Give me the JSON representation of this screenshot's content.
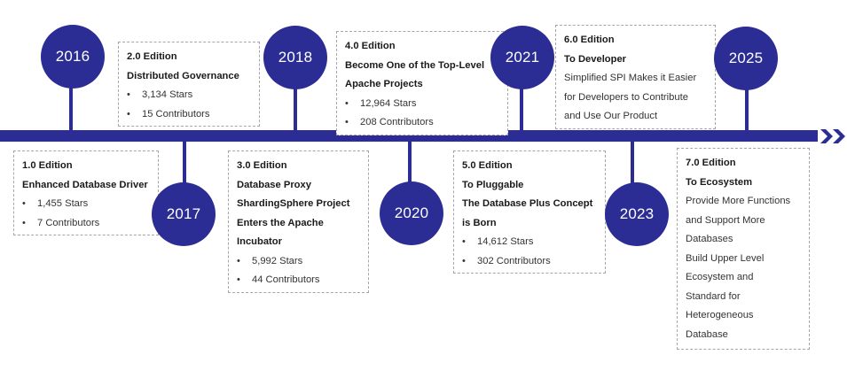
{
  "colors": {
    "accent": "#2b2c94",
    "box_border": "#a6a6a6",
    "text": "#1a1a1a"
  },
  "icons": {
    "timeline_end": "double-chevron-right-icon"
  },
  "milestones": [
    {
      "year": "2016",
      "edition": "1.0  Edition",
      "lines": [
        "Enhanced Database Driver"
      ],
      "bullets": [
        "1,455 Stars",
        "7 Contributors"
      ]
    },
    {
      "year": "2017",
      "edition": "2.0 Edition",
      "lines": [
        "Distributed Governance"
      ],
      "bullets": [
        "3,134 Stars",
        "15 Contributors"
      ]
    },
    {
      "year": "2018",
      "edition": "3.0 Edition",
      "lines": [
        "Database Proxy",
        "ShardingSphere Project",
        "Enters the Apache",
        "Incubator"
      ],
      "bullets": [
        "5,992 Stars",
        "44 Contributors"
      ]
    },
    {
      "year": "2020",
      "edition": "4.0 Edition",
      "lines": [
        "Become One of the Top-Level",
        "Apache Projects"
      ],
      "bullets": [
        "12,964 Stars",
        "208 Contributors"
      ]
    },
    {
      "year": "2021",
      "edition": "5.0 Edition",
      "lines": [
        "To Pluggable",
        "The Database Plus Concept",
        "is Born"
      ],
      "bullets": [
        "14,612 Stars",
        "302 Contributors"
      ]
    },
    {
      "year": "2023",
      "edition": "6.0 Edition",
      "lines": [
        "To Developer"
      ],
      "descriptions": [
        "Simplified SPI Makes it Easier",
        "for Developers to Contribute",
        "and Use Our Product"
      ],
      "bullets": []
    },
    {
      "year": "2025",
      "edition": "7.0 Edition",
      "lines": [
        "To Ecosystem"
      ],
      "descriptions": [
        "Provide More Functions",
        "and Support More",
        "Databases",
        "Build Upper Level",
        "Ecosystem and",
        "Standard for",
        "Heterogeneous",
        "Database"
      ],
      "bullets": []
    }
  ]
}
